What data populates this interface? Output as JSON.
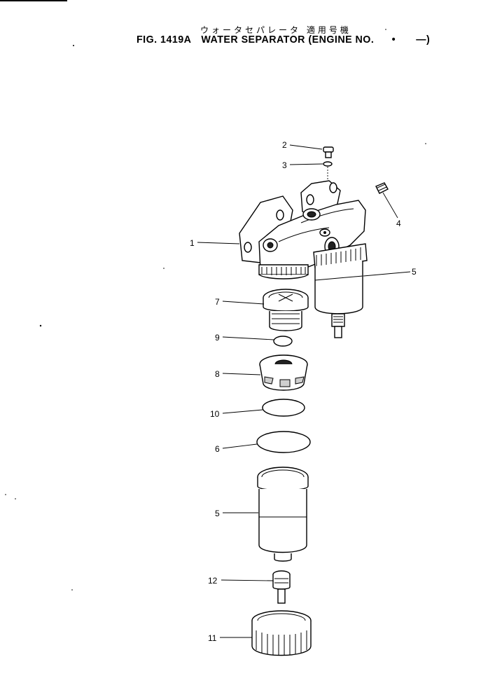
{
  "header": {
    "japanese_title": "ウォータセパレータ 適用号機",
    "fig_number": "FIG. 1419A",
    "title": "WATER SEPARATOR (ENGINE NO.",
    "dot": "•",
    "dash_close": "—)"
  },
  "callouts": [
    "1",
    "2",
    "3",
    "4",
    "5",
    "5",
    "6",
    "7",
    "8",
    "9",
    "10",
    "11",
    "12"
  ]
}
